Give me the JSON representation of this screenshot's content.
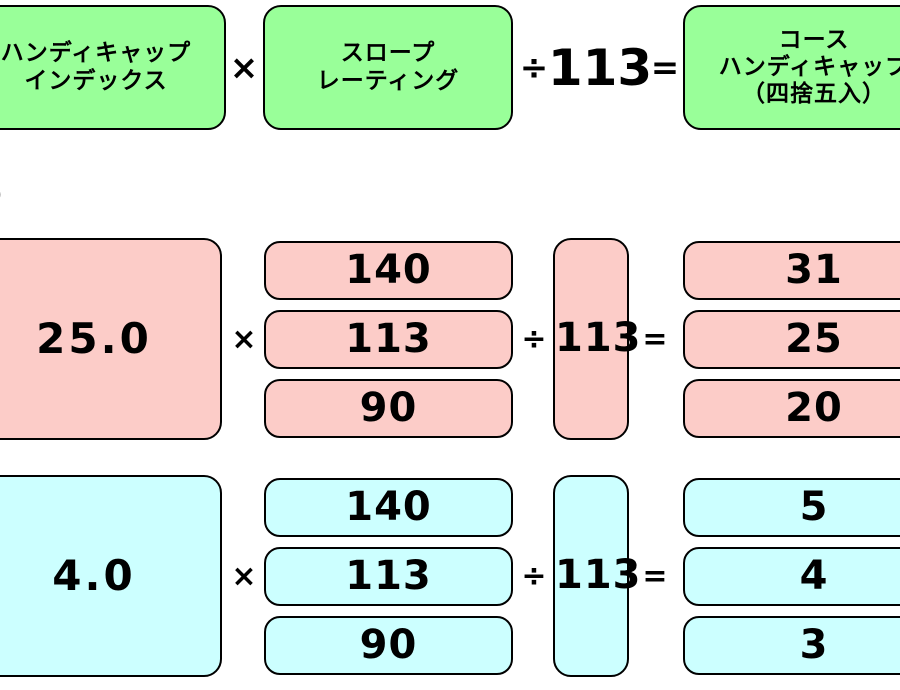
{
  "page": {
    "background": "#ffffff",
    "colors": {
      "header_box": "#99ff99",
      "row1_box": "#fcccc8",
      "row2_box": "#ccffff",
      "outline": "#000000",
      "text": "#000000"
    }
  },
  "formula_header": {
    "handicap_index_box": {
      "line1": "ハンディキャップ",
      "line2": "インデックス"
    },
    "operator_multiply": "×",
    "slope_rating_box": {
      "line1": "スロープ",
      "line2": "レーティング"
    },
    "operator_divide": "÷",
    "constant_113": "113",
    "operator_equals": "=",
    "course_handicap_box": {
      "line1": "コース",
      "line2": "ハンディキャップ",
      "line3": "（四捨五入）"
    }
  },
  "caption": {
    "text": "）"
  },
  "examples": [
    {
      "name": "example-row-high-index",
      "color": "#fcccc8",
      "index_value": "25.0",
      "operator_multiply": "×",
      "slope_ratings": [
        "140",
        "113",
        "90"
      ],
      "operator_divide": "÷",
      "divisor": "113",
      "operator_equals": "=",
      "course_handicaps": [
        "31",
        "25",
        "20"
      ]
    },
    {
      "name": "example-row-low-index",
      "color": "#ccffff",
      "index_value": "4.0",
      "operator_multiply": "×",
      "slope_ratings": [
        "140",
        "113",
        "90"
      ],
      "operator_divide": "÷",
      "divisor": "113",
      "operator_equals": "=",
      "course_handicaps": [
        "5",
        "4",
        "3"
      ]
    }
  ]
}
